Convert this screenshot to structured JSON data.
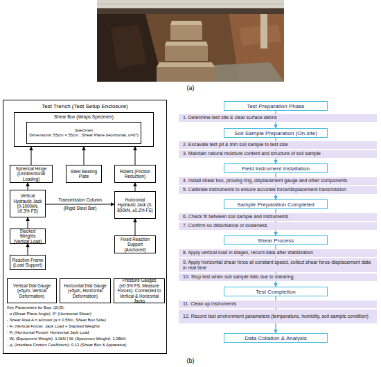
{
  "diagram": {
    "nodes": [
      {
        "text": [
          "Test Trench (Test Setup Enclosure)"
        ]
      },
      {
        "text": [
          "Shear Box (Wraps Specimen)"
        ],
        "in": 0
      },
      {
        "text": [
          "Specimen",
          "Dimensions: 55cm × 55cm ; Shear Plane (Horizontal, α=0°)"
        ],
        "in": 1
      },
      {
        "text": [
          "Spherical Hinge (Unidirectional Loading)"
        ],
        "in": 0
      },
      {
        "text": [
          "Steel Bearing Plate"
        ],
        "in": 0
      },
      {
        "text": [
          "Rollers (Friction Reduction)"
        ],
        "in": 0
      },
      {
        "text": [
          "Vertical Hydraulic Jack (0-1000kN, ±0.3% FS)"
        ],
        "in": 0
      },
      {
        "text": [
          "Stacked Weights (Vertical Load)"
        ],
        "in": 0
      },
      {
        "text": [
          "Reaction Frame (Load Support)"
        ],
        "in": 0
      },
      {
        "text": [
          "Horizontal Hydraulic Jack (0-800kN, ±0.2% FS)"
        ],
        "in": 0
      },
      {
        "text": [
          "Fixed Reaction Support (Anchored)"
        ],
        "in": 0
      },
      {
        "text": [
          "Vertical Dial Gauge (±5μm, Vertical Deformation)"
        ],
        "in": 0
      },
      {
        "text": [
          "Horizontal Dial Gauge (±5μm, Horizontal Deformation)"
        ],
        "in": 0
      },
      {
        "text": [
          "Pressure Gauges (±0.5% FS, Measure Forces)- Connected to Vertical & Horizontal Jacks"
        ],
        "in": 0
      },
      {
        "text": [
          "Test Preparation Phase"
        ]
      },
      {
        "text": [
          "1. Determine test site & clear surface debris"
        ]
      },
      {
        "text": [
          "Soil Sample Preparation (On-site)"
        ]
      },
      {
        "text": [
          "2. Excavate test pit & trim soil sample to test size"
        ]
      },
      {
        "text": [
          "3. Maintain natural moisture content and structure of soil sample"
        ]
      },
      {
        "text": [
          "Field Instrument Installation"
        ]
      },
      {
        "text": [
          "4. Install shear box, proving ring, displacement gauge and other components"
        ]
      },
      {
        "text": [
          "5. Calibrate instruments to ensure accurate force/displacement transmission"
        ]
      },
      {
        "text": [
          "Sample Preparation Completed"
        ]
      },
      {
        "text": [
          "6. Check fit between soil sample and instruments"
        ]
      },
      {
        "text": [
          "7. Confirm no disturbance or looseness"
        ]
      },
      {
        "text": [
          "Shear Process"
        ]
      },
      {
        "text": [
          "8. Apply vertical load in stages, record data after stabilization"
        ]
      },
      {
        "text": [
          "9. Apply horizontal shear force at constant speed, collect shear force-displacement data in real time"
        ]
      },
      {
        "text": [
          "10. Stop test when soil sample fails due to shearing"
        ]
      },
      {
        "text": [
          "Test Completion"
        ]
      },
      {
        "text": [
          "11. Clean up instruments"
        ]
      },
      {
        "text": [
          "12. Record test environment parameters (temperature, humidity, soil sample condition)"
        ]
      },
      {
        "text": [
          "Data Collation & Analysis"
        ]
      }
    ],
    "edges": [
      {
        "from": 3,
        "to": 1,
        "arrow": "to"
      },
      {
        "from": 4,
        "to": 1,
        "arrow": "to"
      },
      {
        "from": 5,
        "to": 1,
        "arrow": "to"
      },
      {
        "from": 6,
        "to": 3,
        "arrow": "to"
      },
      {
        "from": 6,
        "to": 9,
        "label": "Transmission Column (Rigid Steel Bar)",
        "arrow": "to"
      },
      {
        "from": 7,
        "to": 6,
        "arrow": "to"
      },
      {
        "from": 8,
        "to": 7,
        "arrow": "to"
      },
      {
        "from": 9,
        "to": 5,
        "arrow": "to"
      },
      {
        "from": 10,
        "to": 9,
        "arrow": "to"
      },
      {
        "from": 14,
        "to": 16,
        "arrow": "to"
      },
      {
        "from": 16,
        "to": 19,
        "arrow": "to"
      },
      {
        "from": 19,
        "to": 22,
        "arrow": "to"
      },
      {
        "from": 22,
        "to": 25,
        "arrow": "to"
      },
      {
        "from": 25,
        "to": 29,
        "arrow": "to"
      },
      {
        "from": 29,
        "to": 32,
        "arrow": "to"
      }
    ],
    "labels": [
      "(a)",
      "Key Parameters for Eqs. (2)(3):",
      "- α (Shear Plane Angle): 0° (Horizontal Shear)",
      "- Shear Area A = a²/cosα (a = 0.55m, Shear Box Side)",
      "- Fᵥ (Vertical Force): Jack Load + Stacked Weights",
      "- Fₕ (Horizontal Force): Horizontal Jack Load",
      "- Wₛ (Equipment Weight): 1.0kN | Wₜ (Specimen Weight): 1.05kN",
      "- μₛ (Interface Friction Coefficient): 0.12 (Shear Box & Apparatus)",
      "(b)"
    ]
  }
}
